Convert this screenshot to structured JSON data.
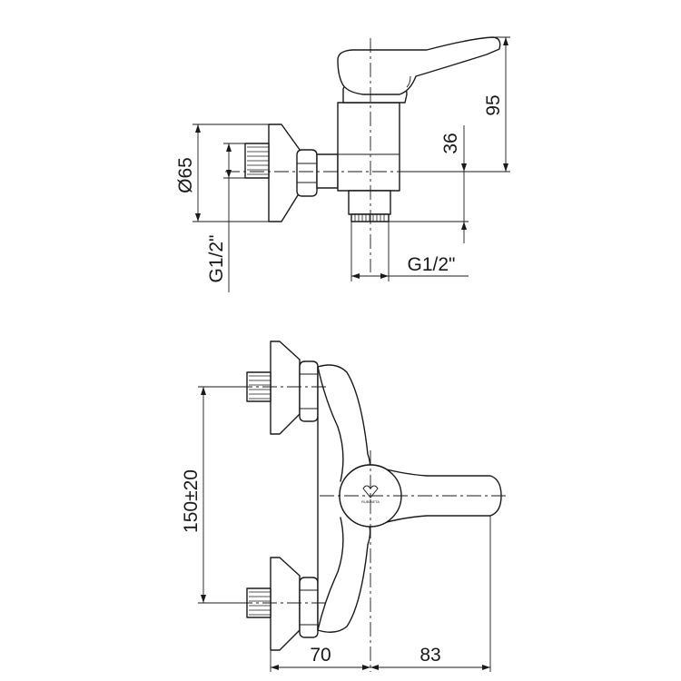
{
  "diagram": {
    "side_view": {
      "dimensions": {
        "height_total": "95",
        "height_outlet": "36",
        "flange_diameter": "Ø65",
        "inlet_thread": "G1/2\"",
        "outlet_thread": "G1/2\""
      }
    },
    "front_view": {
      "dimensions": {
        "inlet_spacing": "150±20",
        "wall_to_axis": "70",
        "axis_to_lever_end": "83"
      },
      "logo": {
        "brand": "RUBINETA"
      }
    }
  }
}
